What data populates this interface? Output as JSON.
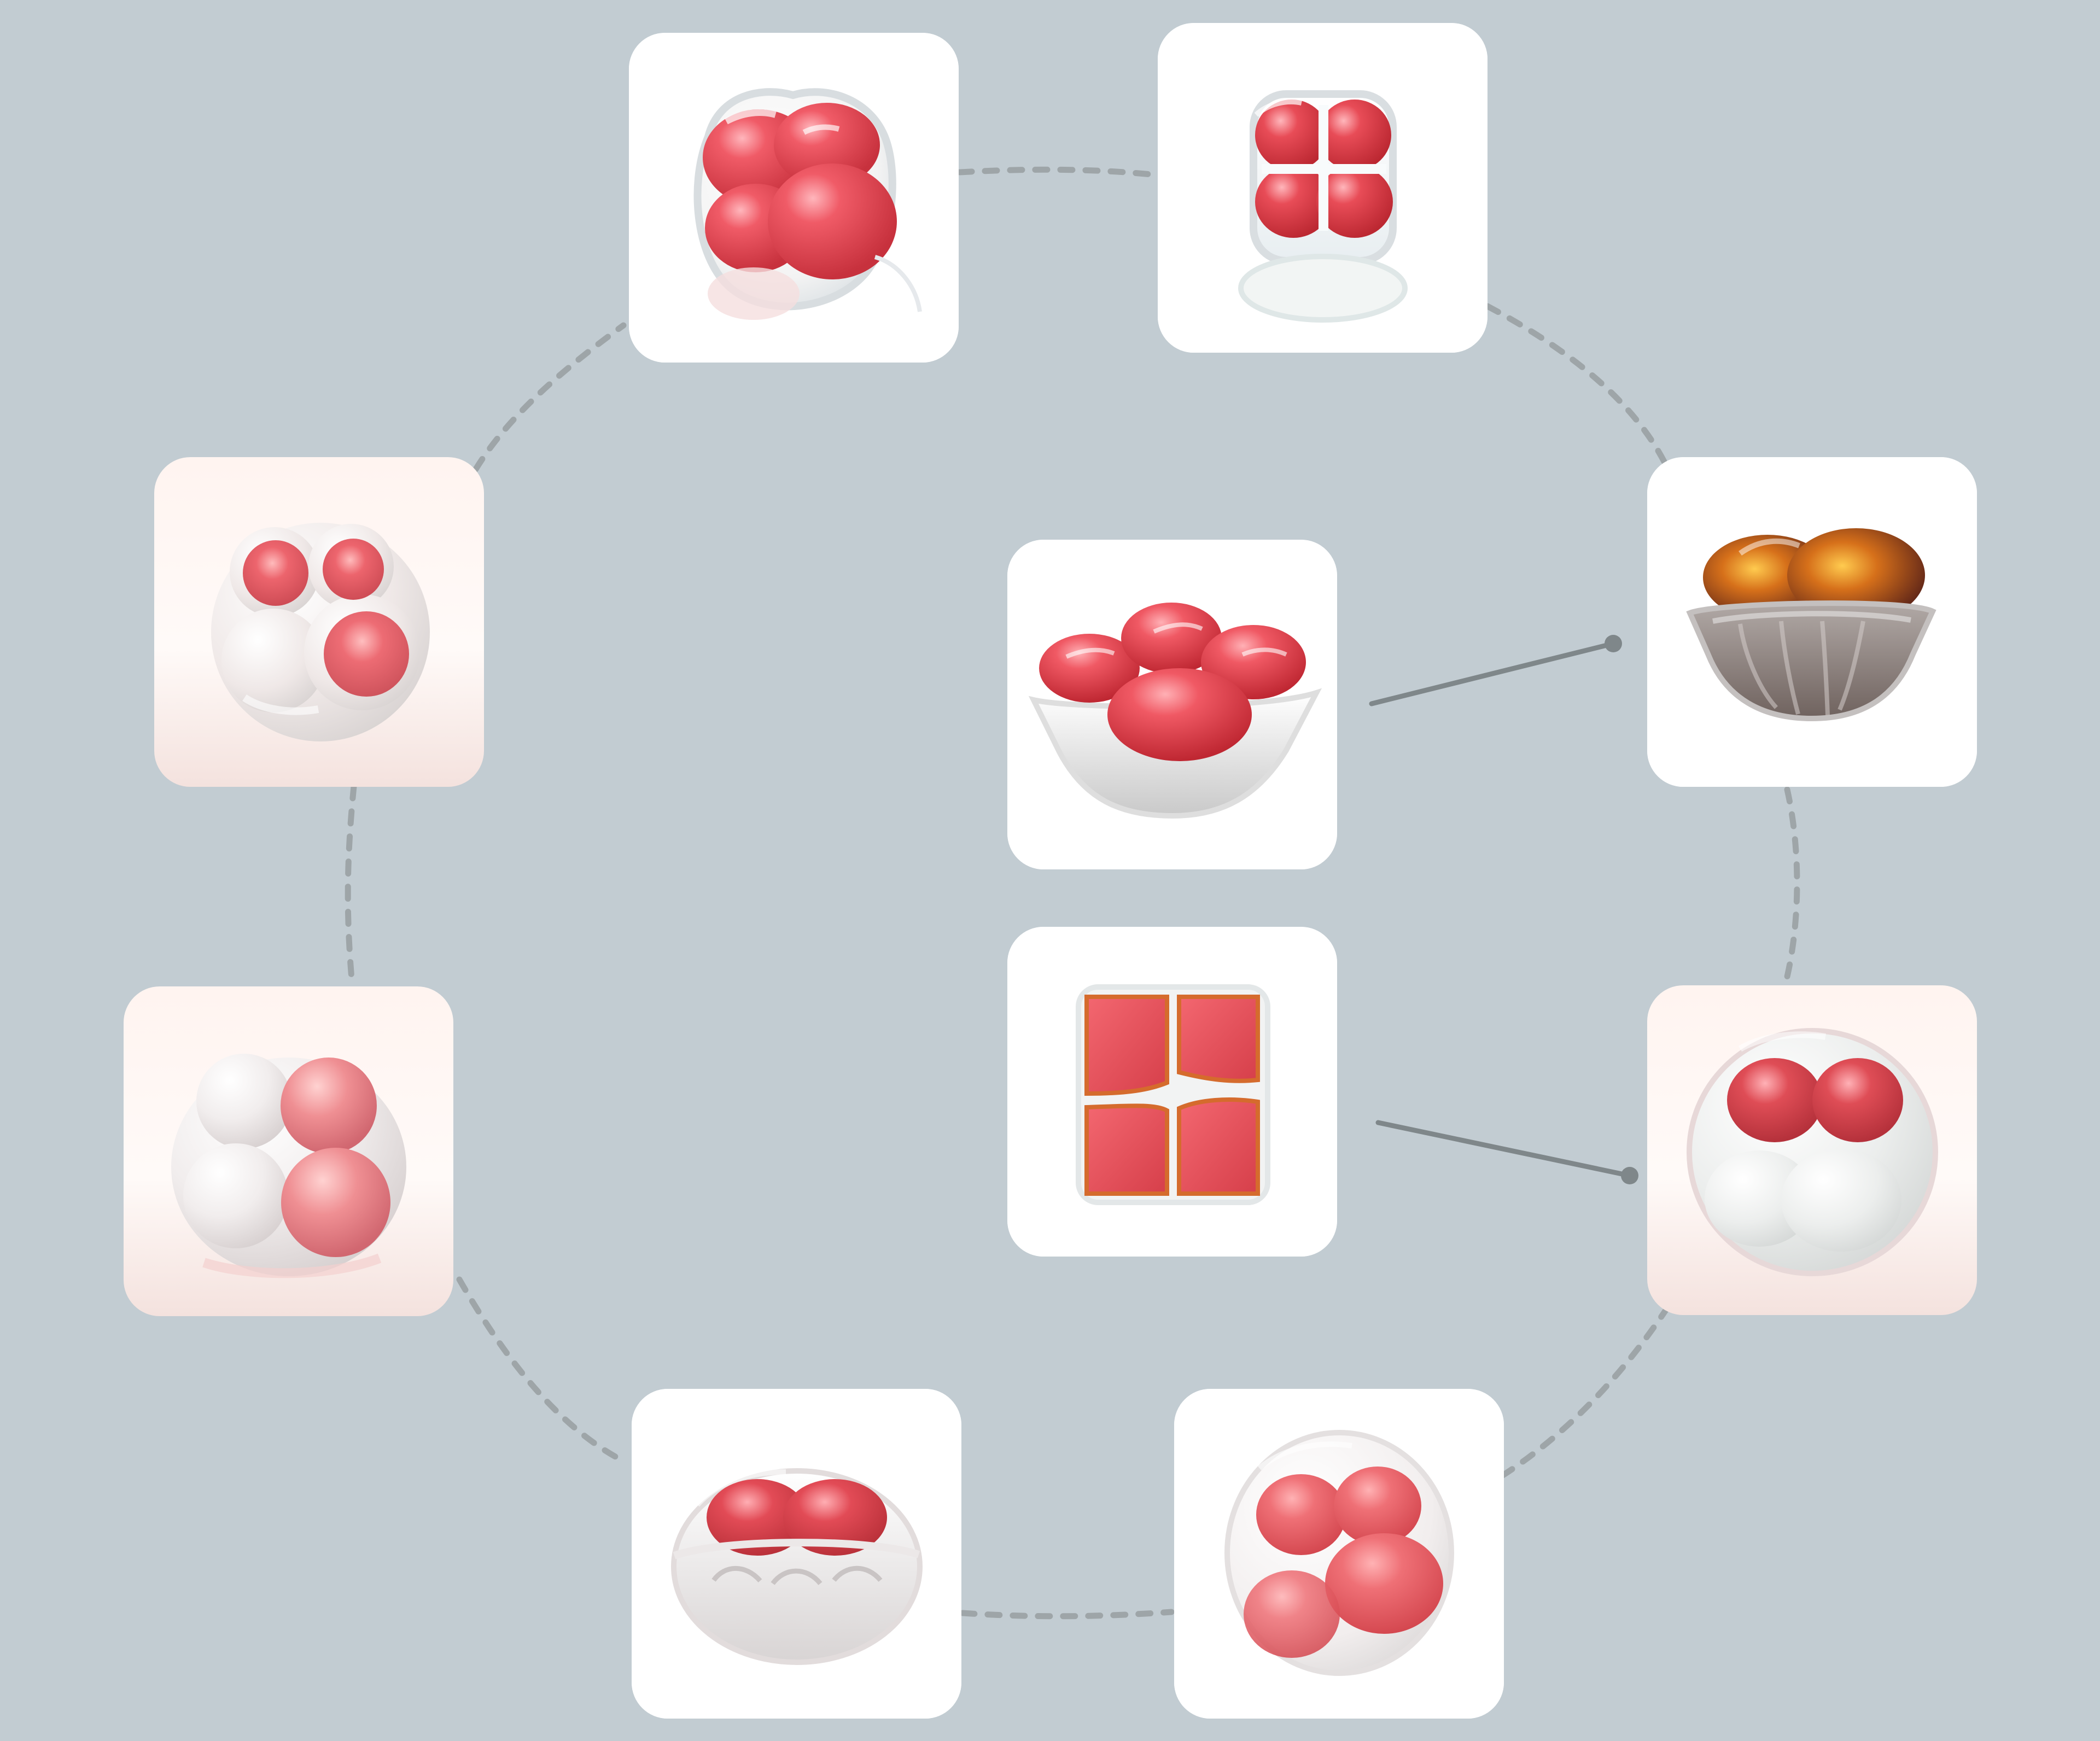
{
  "colors": {
    "background": "#c2ccd2",
    "tile_background": "#ffffff",
    "warm_tile_background": "#fff6f2",
    "dashed_connector": "#9ea5a8",
    "solid_connector": "#7f878a",
    "red_lobe": "#e1434f",
    "dark_lobe": "#6f2d20",
    "white_lobe": "#f4f1f0",
    "smoke_glass": "#8a7d78"
  },
  "tiles": [
    {
      "id": "tile-1",
      "icon": "clustered-red-bubbles-icon",
      "variant": "top-left",
      "theme": "white"
    },
    {
      "id": "tile-2",
      "icon": "four-lobe-red-cube-icon",
      "variant": "top-right",
      "theme": "white"
    },
    {
      "id": "tile-3",
      "icon": "pearl-and-red-bubbles-icon",
      "variant": "upper-left",
      "theme": "warm"
    },
    {
      "id": "tile-4",
      "icon": "dark-amber-dome-icon",
      "variant": "upper-right",
      "theme": "white"
    },
    {
      "id": "tile-5",
      "icon": "red-lobed-bowl-icon",
      "variant": "center-top",
      "theme": "white"
    },
    {
      "id": "tile-6",
      "icon": "red-square-panels-icon",
      "variant": "center-bottom",
      "theme": "white"
    },
    {
      "id": "tile-7",
      "icon": "pearl-spheres-cluster-icon",
      "variant": "lower-left",
      "theme": "warm"
    },
    {
      "id": "tile-8",
      "icon": "red-bubble-sphere-icon",
      "variant": "lower-right",
      "theme": "warm"
    },
    {
      "id": "tile-9",
      "icon": "capsule-with-red-top-icon",
      "variant": "bottom-left",
      "theme": "white"
    },
    {
      "id": "tile-10",
      "icon": "red-bubble-pod-icon",
      "variant": "bottom-right",
      "theme": "white"
    }
  ],
  "connectors": {
    "ring": "dashed-orbit",
    "links": [
      {
        "from": "tile-5",
        "to": "tile-4",
        "style": "solid-dot-end"
      },
      {
        "from": "tile-6",
        "to": "tile-8",
        "style": "solid-dot-end"
      }
    ]
  }
}
